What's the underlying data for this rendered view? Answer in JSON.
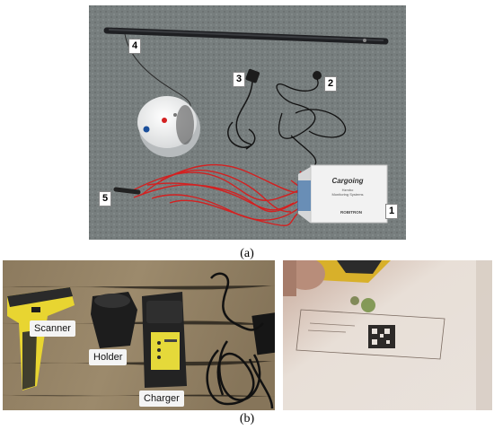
{
  "figure": {
    "caption_a": "(a)",
    "caption_b": "(b)"
  },
  "photo_a": {
    "labels": [
      "1",
      "2",
      "3",
      "4",
      "5"
    ],
    "device_text": [
      "Cargoing",
      "Hzmbo",
      "Monitoring Systems",
      "ROBITRON"
    ]
  },
  "photo_b_left": {
    "labels": [
      "Scanner",
      "Holder",
      "Charger"
    ]
  },
  "photo_b_right": {
    "description_colors": {
      "paper": "#e9e2dc",
      "scanner": "#e0b222"
    }
  },
  "colors": {
    "floor": "#7e8584",
    "red_cable": "#d42020",
    "device_white": "#f2f2f2"
  }
}
